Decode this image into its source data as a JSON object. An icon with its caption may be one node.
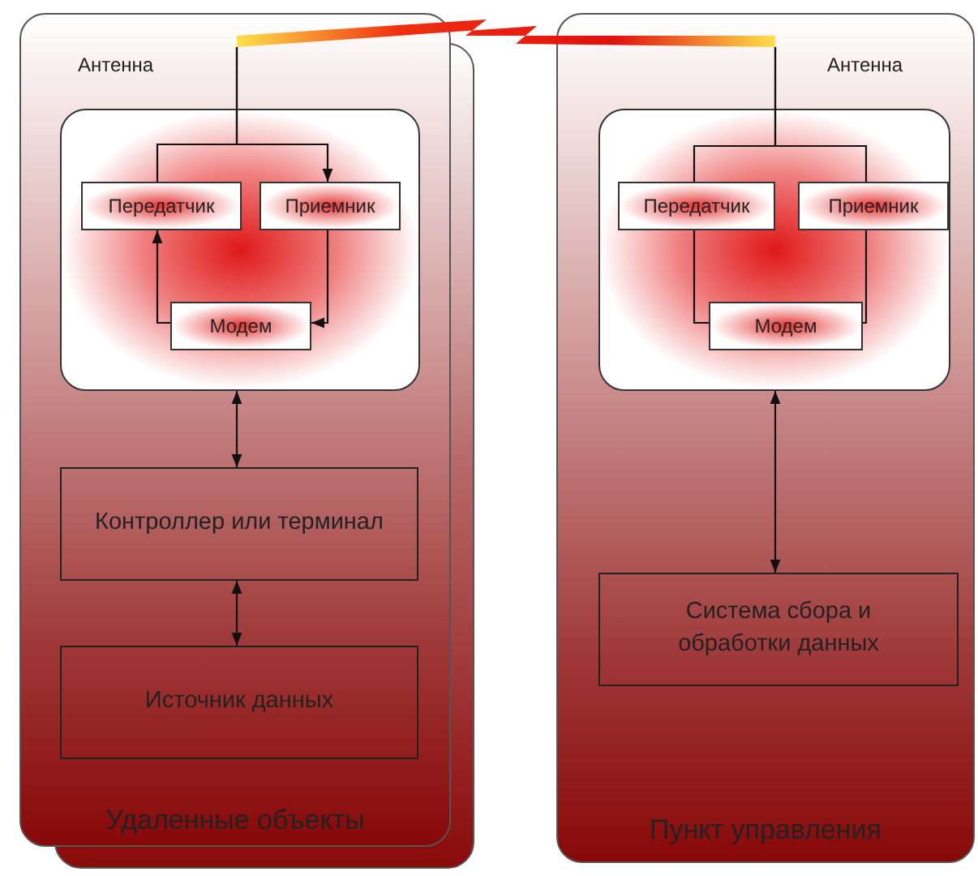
{
  "diagram": {
    "nodes": [
      {
        "text": [
          "Удаленные объекты"
        ]
      },
      {
        "text": [],
        "shape": "box",
        "in": 0
      },
      {
        "text": [
          "Передатчик"
        ],
        "in": 1
      },
      {
        "text": [
          "Приемник"
        ],
        "in": 1
      },
      {
        "text": [
          "Модем"
        ],
        "in": 1
      },
      {
        "text": [
          "Контроллер или терминал"
        ],
        "in": 0
      },
      {
        "text": [
          "Источник данных"
        ],
        "in": 0
      },
      {
        "text": [
          "Пункт управления"
        ]
      },
      {
        "text": [],
        "shape": "box",
        "in": 7
      },
      {
        "text": [
          "Передатчик"
        ],
        "in": 8
      },
      {
        "text": [
          "Приемник"
        ],
        "in": 8
      },
      {
        "text": [
          "Модем"
        ],
        "in": 8
      },
      {
        "text": [
          "Система сбора и обработки данных"
        ],
        "in": 7
      },
      {
        "text": [],
        "shape": "lightning"
      }
    ],
    "edges": [
      {
        "from": 13,
        "to": 2,
        "arrow": "none"
      },
      {
        "from": 13,
        "to": 3,
        "arrow": "to"
      },
      {
        "from": 4,
        "to": 2,
        "arrow": "to"
      },
      {
        "from": 3,
        "to": 4,
        "arrow": "to"
      },
      {
        "from": 1,
        "to": 5,
        "arrow": "both"
      },
      {
        "from": 5,
        "to": 6,
        "arrow": "both"
      },
      {
        "from": 13,
        "to": 9,
        "arrow": "none"
      },
      {
        "from": 13,
        "to": 10,
        "arrow": "none"
      },
      {
        "from": 11,
        "to": 9,
        "arrow": "none"
      },
      {
        "from": 11,
        "to": 10,
        "arrow": "none"
      },
      {
        "from": 8,
        "to": 12,
        "arrow": "both"
      }
    ],
    "labels": [
      "Антенна",
      "Антенна"
    ]
  }
}
